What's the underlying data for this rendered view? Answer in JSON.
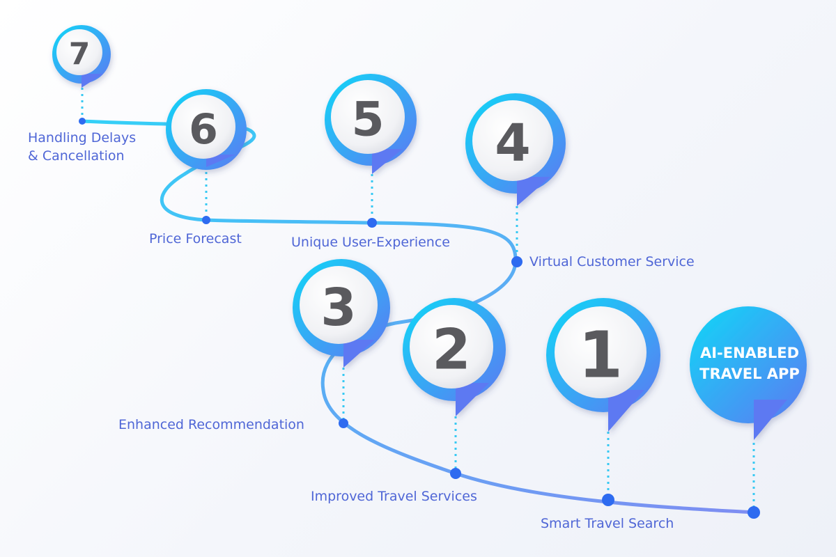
{
  "diagram": {
    "start_badge": {
      "line1": "AI-ENABLED",
      "line2": "TRAVEL APP"
    },
    "steps": [
      {
        "number": "1",
        "label": "Smart Travel Search"
      },
      {
        "number": "2",
        "label": "Improved Travel Services"
      },
      {
        "number": "3",
        "label": "Enhanced Recommendation"
      },
      {
        "number": "4",
        "label": "Virtual Customer Service"
      },
      {
        "number": "5",
        "label": "Unique User-Experience"
      },
      {
        "number": "6",
        "label": "Price Forecast"
      },
      {
        "number": "7",
        "label_line1": "Handling Delays",
        "label_line2": "& Cancellation"
      }
    ],
    "colors": {
      "accent_cyan": "#12d3f5",
      "accent_blue": "#5b7cf3",
      "label_text": "#4f66d6",
      "number_text": "#5a5a5e"
    }
  }
}
